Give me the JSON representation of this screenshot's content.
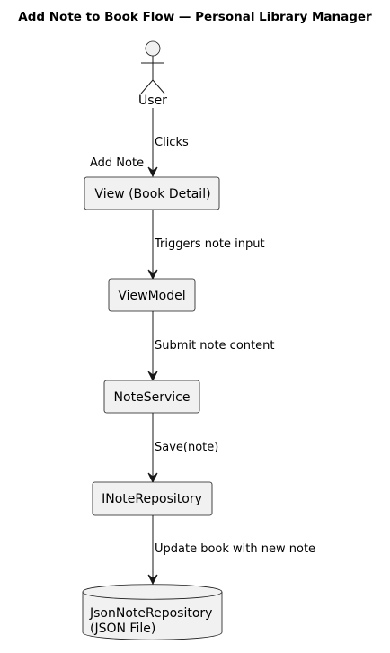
{
  "diagram": {
    "title": "Add Note to Book Flow — Personal Library Manager",
    "actor": {
      "label": "User"
    },
    "nodes": {
      "view_book_detail": "View (Book Detail)",
      "viewmodel": "ViewModel",
      "note_service": "NoteService",
      "inote_repository": "INoteRepository",
      "json_repo_line1": "JsonNoteRepository",
      "json_repo_line2": "(JSON File)"
    },
    "edges": {
      "user_to_view": "Clicks",
      "user_to_view_side": "Add Note",
      "view_to_viewmodel": "Triggers note input",
      "viewmodel_to_service": "Submit note content",
      "service_to_repo": "Save(note)",
      "repo_to_json": "Update book with new note"
    }
  }
}
